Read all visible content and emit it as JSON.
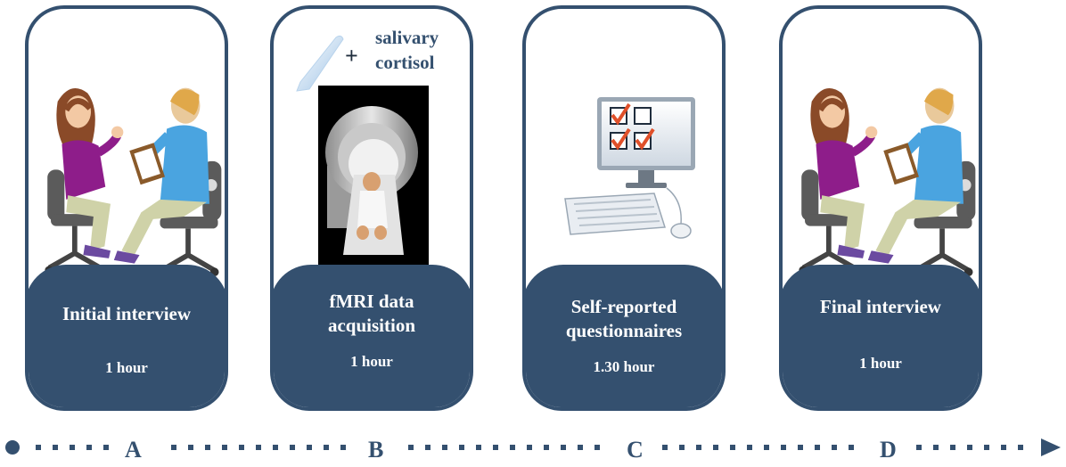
{
  "steps": [
    {
      "id": "A",
      "title": "Initial interview",
      "duration": "1 hour",
      "image": "interview-illustration"
    },
    {
      "id": "B",
      "title": "fMRI data acquisition",
      "title_lines": [
        "fMRI data",
        "acquisition"
      ],
      "duration": "1 hour",
      "image": "mri-scanner-illustration",
      "extra": {
        "plus": "+",
        "text_lines": [
          "salivary",
          "cortisol"
        ],
        "icon": "saliva-swab-icon"
      }
    },
    {
      "id": "C",
      "title": "Self-reported questionnaires",
      "title_lines": [
        "Self-reported",
        "questionnaires"
      ],
      "duration": "1.30 hour",
      "image": "computer-checklist-illustration"
    },
    {
      "id": "D",
      "title": "Final interview",
      "duration": "1 hour",
      "image": "interview-illustration"
    }
  ],
  "colors": {
    "accent": "#34506f",
    "label_text": "#ffffff"
  }
}
